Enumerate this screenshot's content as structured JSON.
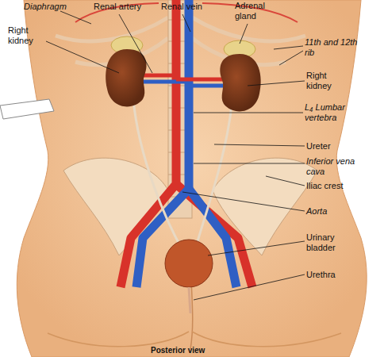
{
  "diagram": {
    "caption": "Posterior view",
    "labels": [
      "Diaphragm",
      "Renal artery",
      "Renal vein",
      "Adrenal gland",
      "Right kidney",
      "11th and 12th rib",
      "Right kidney",
      "L₄ Lumbar vertebra",
      "Ureter",
      "Inferior vena cava",
      "Iliac crest",
      "Aorta",
      "Urinary bladder",
      "Urethra"
    ]
  }
}
